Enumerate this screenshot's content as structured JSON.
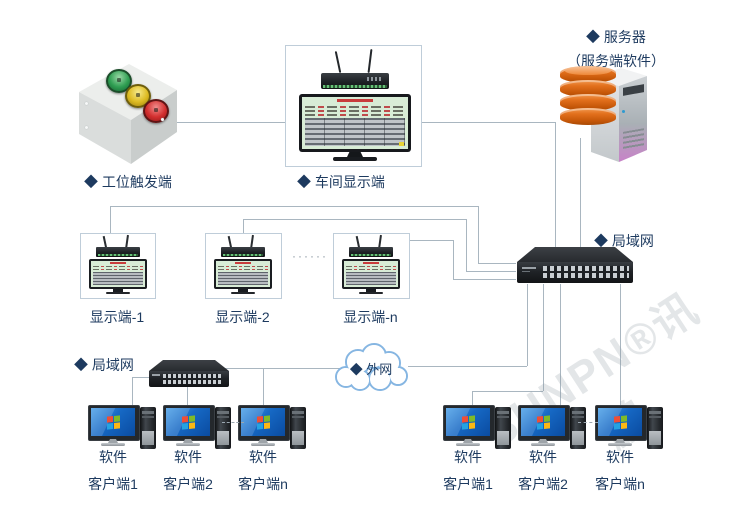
{
  "watermark": "SUNPN®讯鹏",
  "colors": {
    "label_text": "#1d3a5f",
    "line": "#a9b6c0",
    "box_border": "#bfcdd9",
    "cloud_border": "#86b6e2",
    "database_orange": "#e2701c",
    "screen_green": "#d8ecd6",
    "windows_blue": "#1668c4"
  },
  "nodes": {
    "trigger": {
      "label": "◆ 工位触发端"
    },
    "workshop_display": {
      "label": "◆ 车间显示端"
    },
    "server": {
      "label": "◆ 服务器",
      "sublabel": "（服务端软件）"
    },
    "lan_right": {
      "label": "◆ 局域网"
    },
    "lan_left": {
      "label": "◆ 局域网"
    },
    "cloud": {
      "label": "◆ 外网"
    },
    "displays": [
      {
        "label": "显示端-1"
      },
      {
        "label": "显示端-2"
      },
      {
        "label": "显示端-n"
      }
    ],
    "displays_ellipsis": "······",
    "clients_left": [
      {
        "line1": "软件",
        "line2": "客户端1"
      },
      {
        "line1": "软件",
        "line2": "客户端2"
      },
      {
        "line1": "软件",
        "line2": "客户端n"
      }
    ],
    "clients_right": [
      {
        "line1": "软件",
        "line2": "客户端1"
      },
      {
        "line1": "软件",
        "line2": "客户端2"
      },
      {
        "line1": "软件",
        "line2": "客户端n"
      }
    ]
  },
  "connections": [
    {
      "from": "工位触发端",
      "to": "车间显示端"
    },
    {
      "from": "车间显示端",
      "to": "局域网交换机"
    },
    {
      "from": "服务器",
      "to": "局域网交换机"
    },
    {
      "from": "显示端-1",
      "to": "局域网交换机"
    },
    {
      "from": "显示端-2",
      "to": "局域网交换机"
    },
    {
      "from": "显示端-n",
      "to": "局域网交换机"
    },
    {
      "from": "局域网交换机",
      "to": "外网"
    },
    {
      "from": "局域网交换机",
      "to": "软件客户端1右"
    },
    {
      "from": "局域网交换机",
      "to": "软件客户端2右"
    },
    {
      "from": "局域网交换机",
      "to": "软件客户端n右"
    },
    {
      "from": "外网",
      "to": "局域网交换机左"
    },
    {
      "from": "局域网交换机左",
      "to": "软件客户端1左"
    },
    {
      "from": "局域网交换机左",
      "to": "软件客户端2左"
    },
    {
      "from": "局域网交换机左",
      "to": "软件客户端n左"
    }
  ]
}
